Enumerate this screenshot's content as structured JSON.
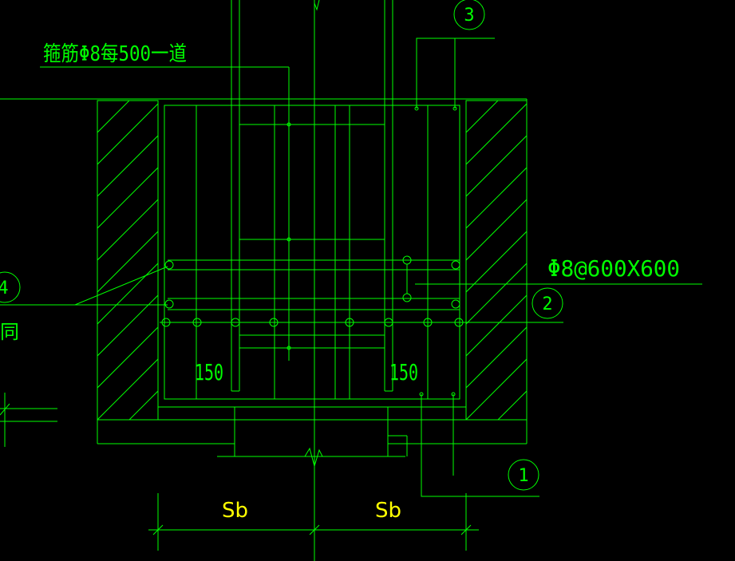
{
  "colors": {
    "background": "#000000",
    "linework": "#00ff00",
    "dimension_text": "#ffff00"
  },
  "annotations": {
    "stirrup_note": "箍筋Φ8每500一道",
    "mesh_note": "Φ8@600X600",
    "side_fragment": "同",
    "dim_150_left": "150",
    "dim_150_right": "150",
    "sb_left": "Sb",
    "sb_right": "Sb"
  },
  "callouts": {
    "c1": "1",
    "c2": "2",
    "c3": "3",
    "c4": "4"
  }
}
